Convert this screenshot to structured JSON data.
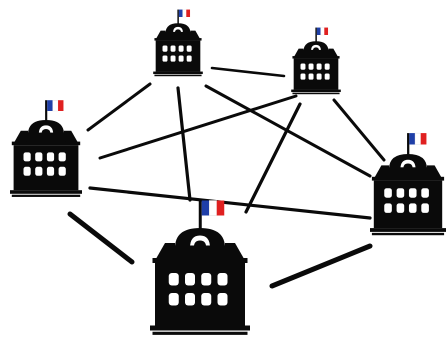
{
  "diagram": {
    "type": "network",
    "background": "#ffffff",
    "colors": {
      "building": "#0a0a0a",
      "window": "#ffffff",
      "link": "#0a0a0a",
      "flag_blue": "#1f3fa8",
      "flag_white": "#ffffff",
      "flag_red": "#e02020"
    },
    "node_icon": "town-hall-icon",
    "flag_icon": "french-flag-icon",
    "nodes": [
      {
        "id": "top-center"
      },
      {
        "id": "top-right"
      },
      {
        "id": "left"
      },
      {
        "id": "right"
      },
      {
        "id": "bottom-center"
      }
    ],
    "edges": [
      {
        "from": "top-center",
        "to": "top-right"
      },
      {
        "from": "top-center",
        "to": "left"
      },
      {
        "from": "top-center",
        "to": "right"
      },
      {
        "from": "top-center",
        "to": "bottom-center"
      },
      {
        "from": "top-right",
        "to": "left"
      },
      {
        "from": "top-right",
        "to": "right"
      },
      {
        "from": "top-right",
        "to": "bottom-center"
      },
      {
        "from": "left",
        "to": "right"
      },
      {
        "from": "left",
        "to": "bottom-center"
      },
      {
        "from": "right",
        "to": "bottom-center"
      }
    ]
  }
}
